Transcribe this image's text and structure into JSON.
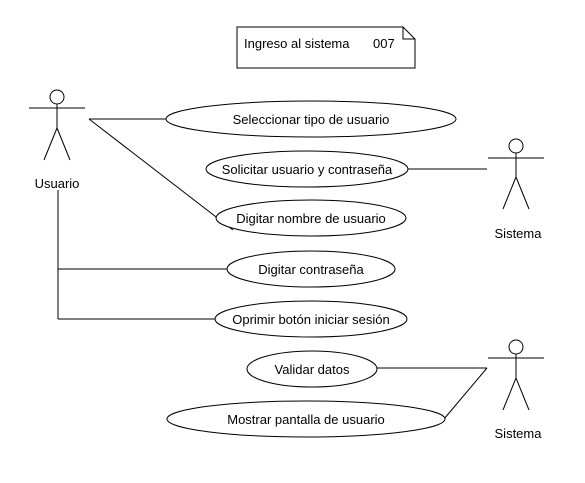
{
  "note": {
    "title": "Ingreso al sistema",
    "number": "007"
  },
  "actors": {
    "usuario": "Usuario",
    "sistema_1": "Sistema",
    "sistema_2": "Sistema"
  },
  "use_cases": {
    "seleccionar": "Seleccionar tipo de usuario",
    "solicitar": "Solicitar usuario y contraseña",
    "digitar_nombre": "Digitar nombre de usuario",
    "digitar_contrasena": "Digitar contraseña",
    "oprimir": "Oprimir botón iniciar sesión",
    "validar": "Validar datos",
    "mostrar": "Mostrar pantalla de usuario"
  }
}
